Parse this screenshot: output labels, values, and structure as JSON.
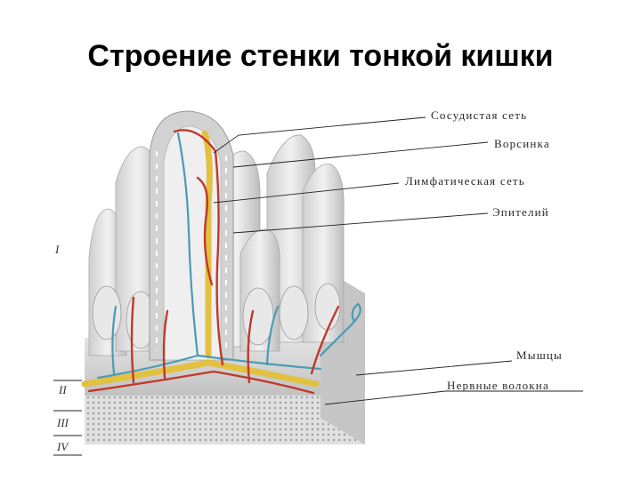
{
  "title": "Строение стенки тонкой кишки",
  "labels": {
    "vascular_network": "Сосудистая сеть",
    "villus": "Ворсинка",
    "lymphatic_network": "Лимфатическая сеть",
    "epithelium": "Эпителий",
    "muscles": "Мышцы",
    "nerve_fibers": "Нервные волокна"
  },
  "layers": [
    "I",
    "II",
    "III",
    "IV"
  ],
  "colors": {
    "artery": "#c0392b",
    "lymph_vessel": "#4a9bb5",
    "lacteal": "#e2c040",
    "tissue": "#d9d9d9"
  }
}
